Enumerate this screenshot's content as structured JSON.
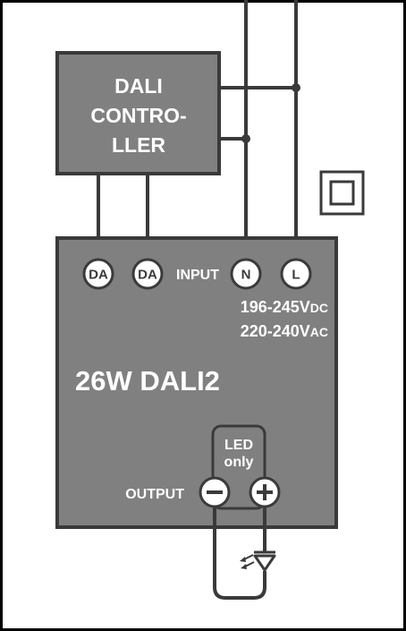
{
  "controller": {
    "line1": "DALI",
    "line2": "CONTRO-",
    "line3": "LLER"
  },
  "driver": {
    "title": "26W DALI2",
    "input_label": "INPUT",
    "voltage_dc_num": "196-245V",
    "voltage_dc_unit": "DC",
    "voltage_ac_num": "220-240V",
    "voltage_ac_unit": "AC",
    "output_label": "OUTPUT",
    "led_only_line1": "LED",
    "led_only_line2": "only"
  },
  "terminals": {
    "da1": "DA",
    "da2": "DA",
    "n": "N",
    "l": "L",
    "minus": "−",
    "plus": "+"
  },
  "symbols": {
    "class2": "double-insulation-icon",
    "led": "led-diode-icon"
  },
  "colors": {
    "box_fill": "#808080",
    "box_stroke": "#3a3a3a",
    "wire": "#3a3a3a",
    "background": "#ffffff"
  }
}
